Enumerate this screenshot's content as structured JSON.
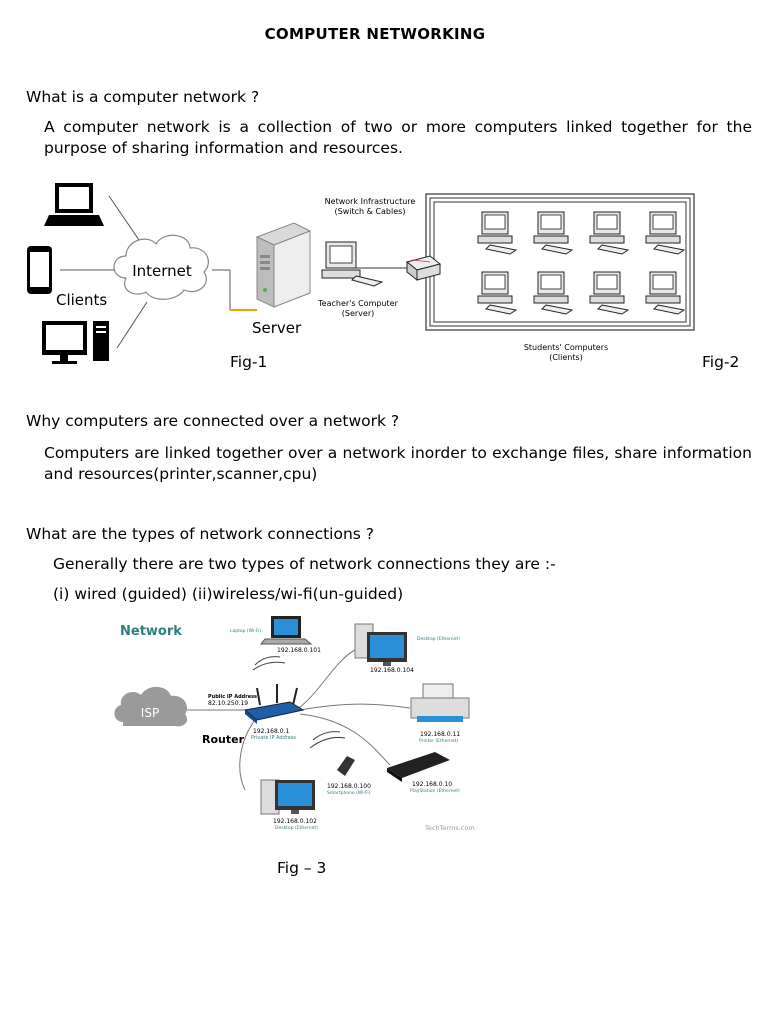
{
  "title": "COMPUTER NETWORKING",
  "sections": [
    {
      "question": "What is a computer network ?",
      "answer": "A computer network is a collection of two or more computers linked together for the purpose of sharing information and resources."
    },
    {
      "question": "Why computers are connected over a network ?",
      "answer": "Computers are linked together over a network inorder to exchange files, share information and resources(printer,scanner,cpu)"
    },
    {
      "question": "What are the types of network connections ?",
      "answer": "Generally there are two types of network connections they are :-",
      "types_line": "(i) wired (guided)  (ii)wireless/wi-fi(un-guided)"
    }
  ],
  "fig1": {
    "internet_label": "Internet",
    "clients_label": "Clients",
    "server_label": "Server",
    "caption": "Fig-1"
  },
  "fig2": {
    "infra_label_1": "Network Infrastructure",
    "infra_label_2": "(Switch & Cables)",
    "teacher_label_1": "Teacher's Computer",
    "teacher_label_2": "(Server)",
    "students_label_1": "Students' Computers",
    "students_label_2": "(Clients)",
    "caption": "Fig-2"
  },
  "fig3": {
    "network_title": "Network",
    "isp_label": "ISP",
    "router_label": "Router",
    "public_ip_label": "Public IP Address",
    "public_ip": "82.10.250.19",
    "router_ip": "192.168.0.1",
    "private_ip_label": "Private IP Address",
    "laptop_label": "Laptop (Wi-Fi)",
    "laptop_ip": "192.168.0.101",
    "desktop1_label": "Desktop (Ethernet)",
    "desktop1_ip": "192.168.0.104",
    "printer_ip": "192.168.0.11",
    "printer_label": "Printer (Ethernet)",
    "playstation_ip": "192.168.0.10",
    "playstation_label": "PlayStation (Ethernet)",
    "smartphone_ip": "192.168.0.100",
    "smartphone_label": "Smartphone (Wi-Fi)",
    "desktop2_ip": "192.168.0.102",
    "desktop2_label": "Desktop (Ethernet)",
    "watermark": "TechTerms.com",
    "caption": "Fig – 3"
  },
  "colors": {
    "accent_teal": "#2f7f80",
    "router_blue": "#1f5fa8",
    "screen_blue": "#2a8fd6",
    "cloud_gray": "#9a9a9a"
  }
}
